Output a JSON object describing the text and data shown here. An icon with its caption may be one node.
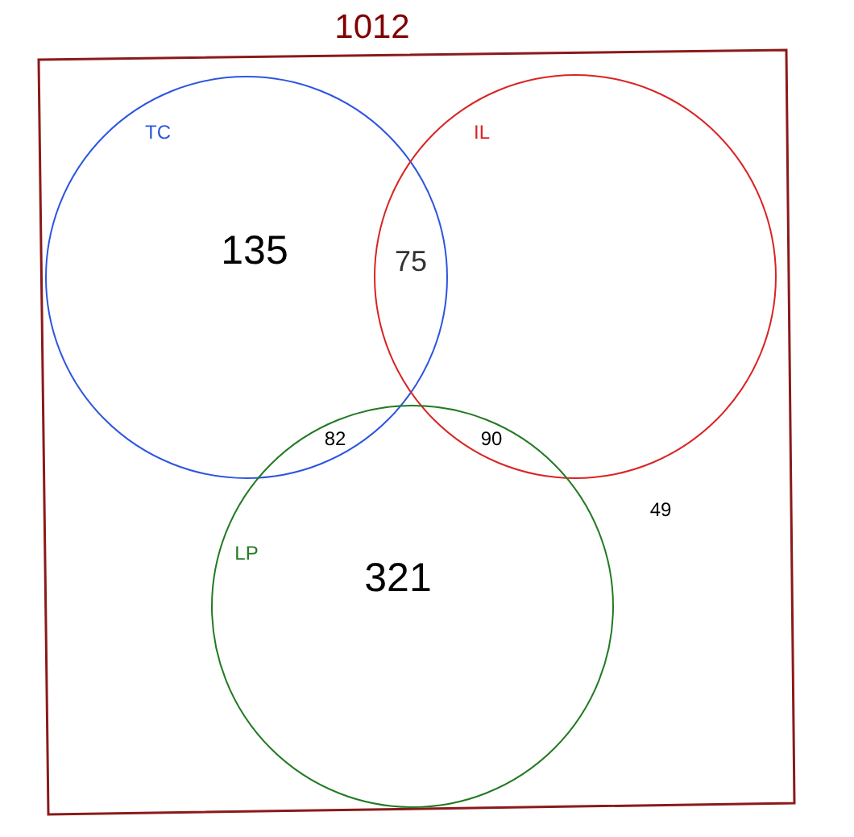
{
  "diagram": {
    "nodes": [
      {
        "text": [
          "1012"
        ]
      },
      {
        "text": [
          "TC"
        ],
        "in": 0
      },
      {
        "text": [
          "IL"
        ],
        "in": 0
      },
      {
        "text": [
          "LP"
        ],
        "in": 0
      }
    ],
    "labels": [
      "135",
      "75",
      "82",
      "90",
      "49",
      "321"
    ]
  }
}
